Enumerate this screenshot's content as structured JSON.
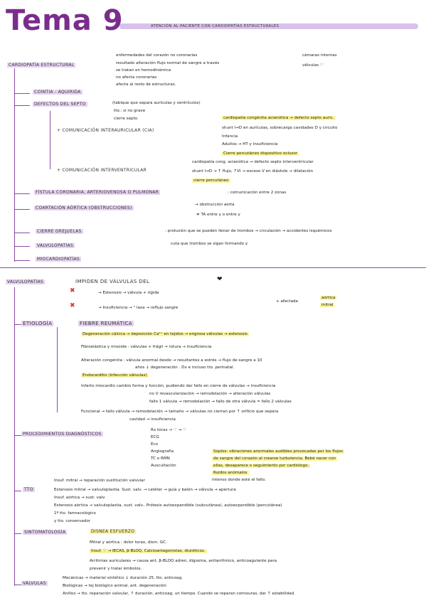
{
  "title": "Tema 9",
  "subtitle": "Atención al paciente con cardiopatías estructurales",
  "s1": {
    "root": "Cardiopatía estructural",
    "root_notes": [
      "enfermedades del corazón no coronarias",
      "resultado alteración flujo normal de sangre a través",
      "se tratan en hemodinámica",
      "no afecta coronarias",
      "afecta al resto de estructuras."
    ],
    "chambers": [
      "cámaras internas",
      "válvulas ♡"
    ],
    "items": [
      {
        "label": "Cointia - Aquirida"
      },
      {
        "label": "Defectos del septo"
      },
      {
        "label": "Fístula coronaria, arteriovenosa o pulmonar"
      },
      {
        "label": "Coartación aórtica (obstrucciones)"
      },
      {
        "label": "Cierre orejuelas"
      },
      {
        "label": "Valvulopatías"
      },
      {
        "label": "Miocardiopatías"
      }
    ],
    "septo_notes": [
      "(tabique que separa aurículas y ventrículos)",
      "tto.: si no grave",
      "cierre septo"
    ],
    "cia_label": "+ Comunicación interauricular (CIA)",
    "cia_notes": [
      "cardiopatía congénita acianótica → defecto septo auric.",
      "shunt I→D en aurículas, sobrecarga cavidades D y circuito",
      "Infancia",
      "Adultos → HT y insuficiencia",
      "Cierre percutáneo dispositivo oclusor"
    ],
    "civ_label": "+ Comunicación interventricular",
    "civ_notes": [
      "cardiopatía cong. acianótica → defecto septo interventricular",
      "shunt I→D → ↑ flujo, ↑VI → exceso V en diástole → dilatación",
      "cierre percutáneo"
    ],
    "fistula_note": ": comunicación entre 2 zonas",
    "coart_notes": [
      "→ obstrucción aorta",
      "≠ TA entre y o entre y"
    ],
    "orejuela_note": ": protusión que se pueden llenar de trombos → circulación → accidentes isquémicos",
    "orejuela_note2": "cuta que trombos se sigan formando y"
  },
  "s2": {
    "root": "Valvulopatías",
    "intro": "impiden de válvulas del",
    "estenosis": "→ Estenosis → válvula + rígida",
    "insuf": "→ Insuficiencia → \" laxa → reflujo sangre",
    "afectada": "+ afectada",
    "afect_list": [
      "aórtica",
      "mitral"
    ],
    "etiologia": "Etiología",
    "etio_items": [
      "Fiebre reumática",
      "Degeneración cálcica → deposición Ca²⁺ en tejidos → engrosa válvulas → estenosis",
      "Fibroelástica y mixoide : válvulas + frágil → rotura → insuficiencia",
      "Alteración congénita : válvula anormal desde → resultantes a estrés → flujo de sangre a 10",
      "Endocarditis (infección válvulas)",
      "Infarto miocardio cambio forma y función, pudiendo dar fallo en cierre de válvulas → insuficiencia",
      "Funcional → fallo válvula → remodelación → tamaño → válvulas no cierran por ↑ orificio que separa"
    ],
    "infarto_extra": [
      "no V revascularización → remodelación → alteración válvulas",
      "fallo 1 válvula → remodelación → fallo de otra válvula = fallo 2 válvulas"
    ],
    "congenita_extra": "años ↓ degeneración . Dx e incluso tto. perinatal.",
    "funcional_extra": "cavidad → insuficiencia",
    "proc": "Procedimientos diagnósticos",
    "proc_items": [
      "Rx tórax → ♡ → ♡",
      "ECG",
      "Eco",
      "Angiografía",
      "TC o RMN",
      "Auscultación"
    ],
    "soplos": [
      "Soplos: vibraciones anormales audibles provocadas por los flujos",
      "de sangre del corazón al crearse turbulencia. Bebé nacer con",
      "ellas, desaparece o seguimiento por cardiólogo.",
      "Ruidos anómalos",
      "intenso donde esté el fallo."
    ],
    "tto": "Tto",
    "tto_items": [
      "Insuf. mitral → reparación sustitución valvular",
      "Estenosis mitral → valvuloplastia. Sust. valv. → catéter → guía y balón → válvula → apertura",
      "Insuf. aórtica → sust. valv.",
      "Estenosis aórtica → valvuloplastia, sust. valv.. Prótesis autoexpandible (subcutánea), autoexpandible (percutánea)",
      "1º tto. farmacológico",
      "y tto. conservador"
    ],
    "sinto": "Sintomatología",
    "sinto_items": [
      "Disnea esfuerzo",
      "Mitral y aórtica : dolor torax, dism. GC.",
      "Insuf. ♡ → IECAS, β-BLOQ, Calcioantagonistas, diuréticos.",
      "Arritmias auriculares → causa ant. β-BLOQ adren, digoxina, antiarrítmico, anticoagulante para",
      "prevenir y tratar émbolos."
    ],
    "valvulas": "Válvulas",
    "valv_items": [
      "Mecánicas → material sintético ↓ duración 25, tto. anticoag.",
      "Biológicas → tej biológico animal, ant. degeneración",
      "Anillos → tto. reparación valvular, ↑ duración, anticoag. un tiempo. Cuando se reparan comisuras, dar ↑ estabilidad."
    ]
  },
  "colors": {
    "accent": "#8e4aa7",
    "highlight": "#e6d3f2",
    "yellow": "#fbf59a",
    "red": "#d53a3a"
  }
}
